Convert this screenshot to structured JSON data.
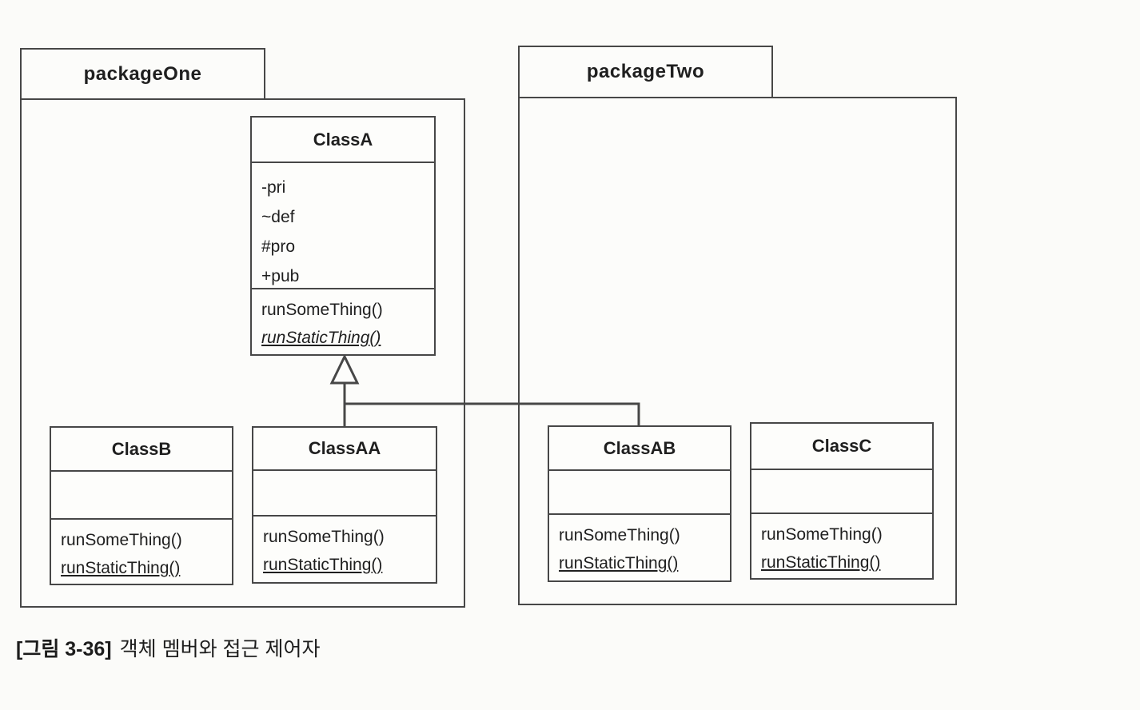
{
  "colors": {
    "background": "#fbfbf9",
    "line": "#474747",
    "text": "#1f1f1f"
  },
  "packages": [
    {
      "label": "packageOne"
    },
    {
      "label": "packageTwo"
    }
  ],
  "classes": [
    {
      "title": "ClassA",
      "package": "packageOne",
      "attributes": [
        "-pri",
        "~def",
        "#pro",
        "+pub"
      ],
      "methods": [
        "runSomeThing()",
        "runStaticThing()"
      ]
    },
    {
      "title": "ClassB",
      "package": "packageOne",
      "attributes": [],
      "methods": [
        "runSomeThing()",
        "runStaticThing()"
      ]
    },
    {
      "title": "ClassAA",
      "package": "packageOne",
      "attributes": [],
      "methods": [
        "runSomeThing()",
        "runStaticThing()"
      ]
    },
    {
      "title": "ClassAB",
      "package": "packageTwo",
      "attributes": [],
      "methods": [
        "runSomeThing()",
        "runStaticThing()"
      ]
    },
    {
      "title": "ClassC",
      "package": "packageTwo",
      "attributes": [],
      "methods": [
        "runSomeThing()",
        "runStaticThing()"
      ]
    }
  ],
  "relationships": [
    {
      "type": "generalization",
      "from": "ClassAA",
      "to": "ClassA"
    },
    {
      "type": "generalization",
      "from": "ClassAB",
      "to": "ClassA"
    }
  ],
  "caption": {
    "figure_label": "[그림 3-36]",
    "title": "객체 멤버와 접근 제어자"
  }
}
